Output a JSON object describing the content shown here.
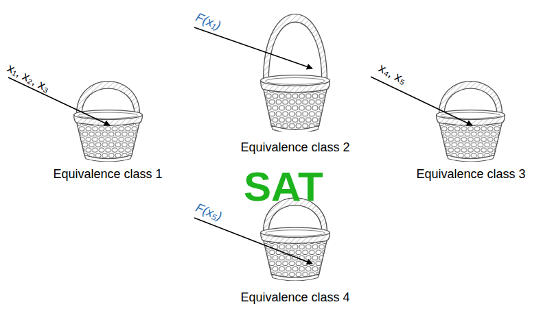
{
  "diagram": {
    "nodes": [
      {
        "text": [
          "Equivalence class 1"
        ]
      },
      {
        "text": [
          "Equivalence class 2"
        ]
      },
      {
        "text": [
          "Equivalence class 3"
        ]
      },
      {
        "text": [
          "Equivalence class 4"
        ]
      }
    ],
    "labels": [
      "F(x₁)",
      "x₁, x₂, x₃",
      "x₄, x₅",
      "SAT",
      "F(x₅)"
    ]
  }
}
